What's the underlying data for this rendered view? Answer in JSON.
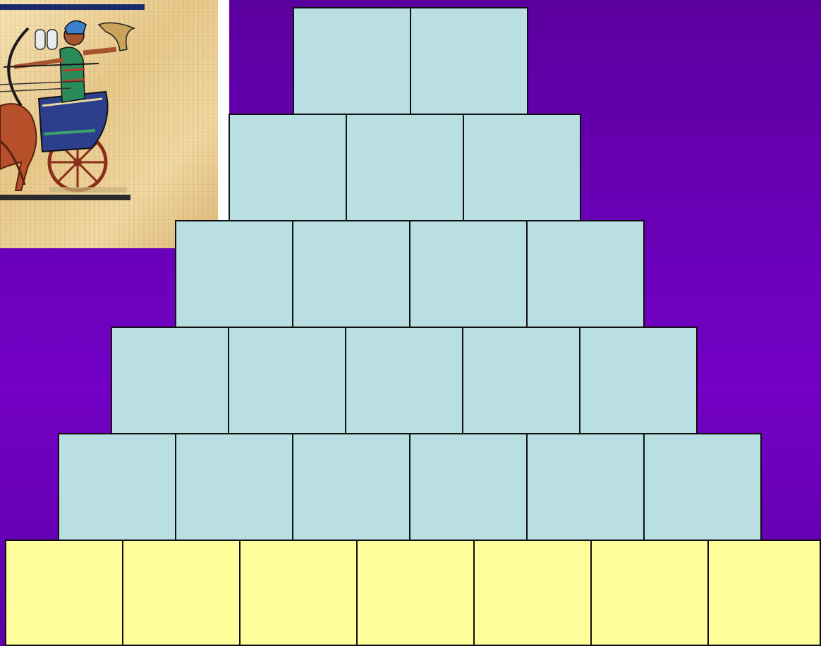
{
  "colors": {
    "background": "#6a00b8",
    "upper_block": "#b9dfe3",
    "base_block": "#ffff9c",
    "block_border": "#111111"
  },
  "papyrus_image": {
    "icon": "egyptian-archer-chariot-papyrus"
  },
  "pyramid": {
    "rows": [
      {
        "blocks": 2,
        "color": "blue"
      },
      {
        "blocks": 3,
        "color": "blue"
      },
      {
        "blocks": 4,
        "color": "blue"
      },
      {
        "blocks": 5,
        "color": "blue"
      },
      {
        "blocks": 6,
        "color": "blue"
      },
      {
        "blocks": 7,
        "color": "yellow"
      }
    ]
  }
}
